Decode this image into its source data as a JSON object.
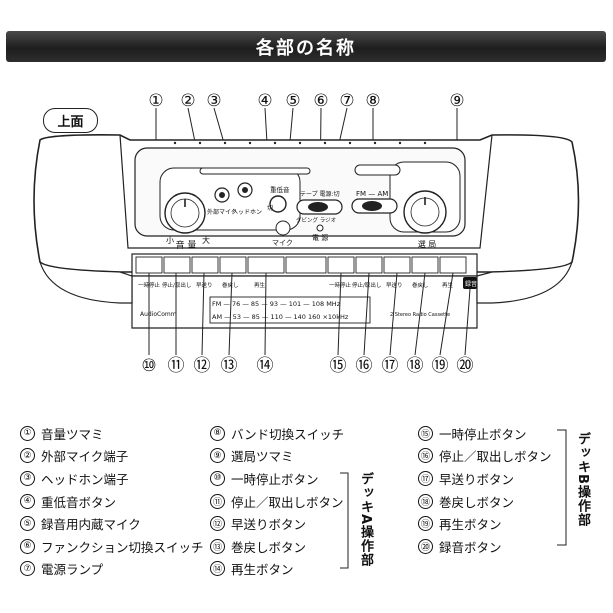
{
  "title": "各部の名称",
  "view_label": "上面",
  "callouts": [
    "①",
    "②",
    "③",
    "④",
    "⑤",
    "⑥",
    "⑦",
    "⑧",
    "⑨",
    "⑩",
    "⑪",
    "⑫",
    "⑬",
    "⑭",
    "⑮",
    "⑯",
    "⑰",
    "⑱",
    "⑲",
    "⑳"
  ],
  "device": {
    "brand": "AudioComm",
    "deck_right_brand": "2 Stereo Radio Cassette",
    "volume_label": "音 量",
    "volume_min": "小",
    "volume_max": "大",
    "ext_mic_label": "外部マイク",
    "headphone_label": "ヘッドホン",
    "bass_label": "重低音",
    "bass_off": "切",
    "mic_label": "マイク",
    "function_label": "テープ 電源:切",
    "function_sub": "ダビング ラジオ",
    "power_label": "電 源",
    "band_label": "FM — AM",
    "tuning_label": "選 局",
    "fm_scale": "FM — 76 — 85 — 93 — 101 — 108 MHz",
    "am_scale": "AM — 53 — 85 — 110 — 140 160 ×10kHz",
    "deck_a_keys": [
      "一時停止",
      "停止/取出し",
      "早送り",
      "巻戻し",
      "再生"
    ],
    "deck_b_keys": [
      "一時停止",
      "停止/取出し",
      "早送り",
      "巻戻し",
      "再生",
      "録音"
    ],
    "rec_badge": "録音"
  },
  "legend": {
    "col1": [
      {
        "n": "①",
        "text": "音量ツマミ"
      },
      {
        "n": "②",
        "text": "外部マイク端子"
      },
      {
        "n": "③",
        "text": "ヘッドホン端子"
      },
      {
        "n": "④",
        "text": "重低音ボタン"
      },
      {
        "n": "⑤",
        "text": "録音用内蔵マイク"
      },
      {
        "n": "⑥",
        "text": "ファンクション切換スイッチ"
      },
      {
        "n": "⑦",
        "text": "電源ランプ"
      }
    ],
    "col2": [
      {
        "n": "⑧",
        "text": "バンド切換スイッチ"
      },
      {
        "n": "⑨",
        "text": "選局ツマミ"
      },
      {
        "n": "⑩",
        "text": "一時停止ボタン"
      },
      {
        "n": "⑪",
        "text": "停止／取出しボタン"
      },
      {
        "n": "⑫",
        "text": "早送りボタン"
      },
      {
        "n": "⑬",
        "text": "巻戻しボタン"
      },
      {
        "n": "⑭",
        "text": "再生ボタン"
      }
    ],
    "col3": [
      {
        "n": "⑮",
        "text": "一時停止ボタン"
      },
      {
        "n": "⑯",
        "text": "停止／取出しボタン"
      },
      {
        "n": "⑰",
        "text": "早送りボタン"
      },
      {
        "n": "⑱",
        "text": "巻戻しボタン"
      },
      {
        "n": "⑲",
        "text": "再生ボタン"
      },
      {
        "n": "⑳",
        "text": "録音ボタン"
      }
    ],
    "deck_a_label": "デッキA操作部",
    "deck_b_label": "デッキB操作部"
  }
}
